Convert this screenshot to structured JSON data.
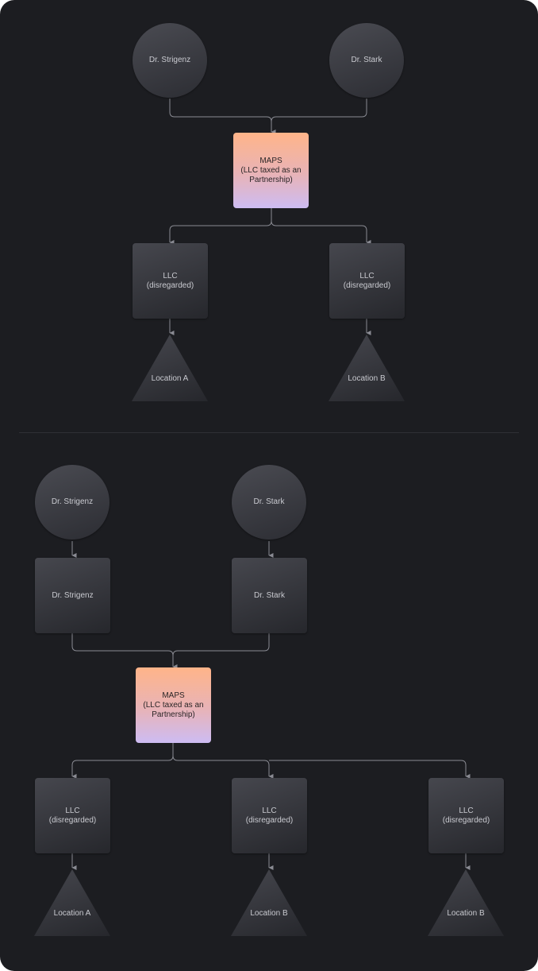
{
  "top": {
    "owner_1": "Dr. Strigenz",
    "owner_2": "Dr. Stark",
    "maps_title": "MAPS",
    "maps_subtitle": "(LLC taxed as an Partnership)",
    "llc_1": {
      "title": "LLC",
      "subtitle": "(disregarded)"
    },
    "llc_2": {
      "title": "LLC",
      "subtitle": "(disregarded)"
    },
    "location_1": "Location A",
    "location_2": "Location B"
  },
  "bottom": {
    "owner_1": "Dr. Strigenz",
    "owner_2": "Dr. Stark",
    "entity_1": "Dr. Strigenz",
    "entity_2": "Dr. Stark",
    "maps_title": "MAPS",
    "maps_subtitle": "(LLC taxed as an Partnership)",
    "llc_1": {
      "title": "LLC",
      "subtitle": "(disregarded)"
    },
    "llc_2": {
      "title": "LLC",
      "subtitle": "(disregarded)"
    },
    "llc_3": {
      "title": "LLC",
      "subtitle": "(disregarded)"
    },
    "location_1": "Location A",
    "location_2": "Location B",
    "location_3": "Location B"
  },
  "colors": {
    "background": "#1c1d21",
    "connector": "#8a8b93",
    "maps_gradient_top": "#ffb489",
    "maps_gradient_bottom": "#cdbcf3"
  }
}
